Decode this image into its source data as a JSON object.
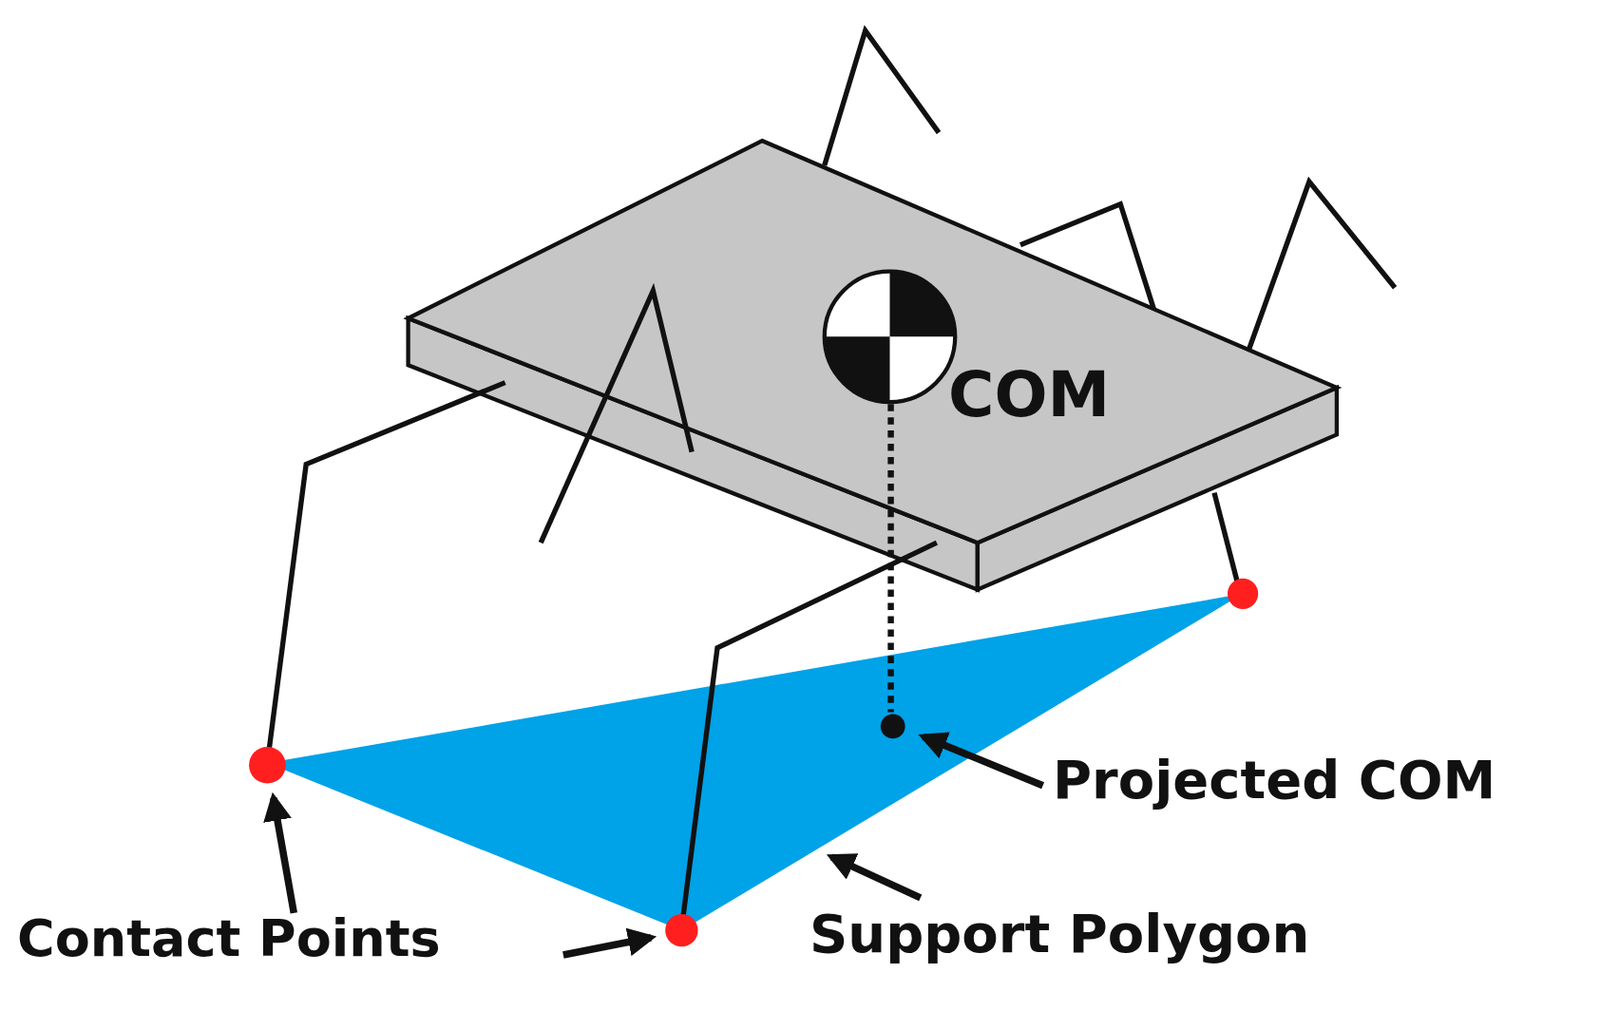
{
  "diagram": {
    "labels": [
      "COM",
      "Projected COM",
      "Contact Points",
      "Support Polygon"
    ]
  }
}
